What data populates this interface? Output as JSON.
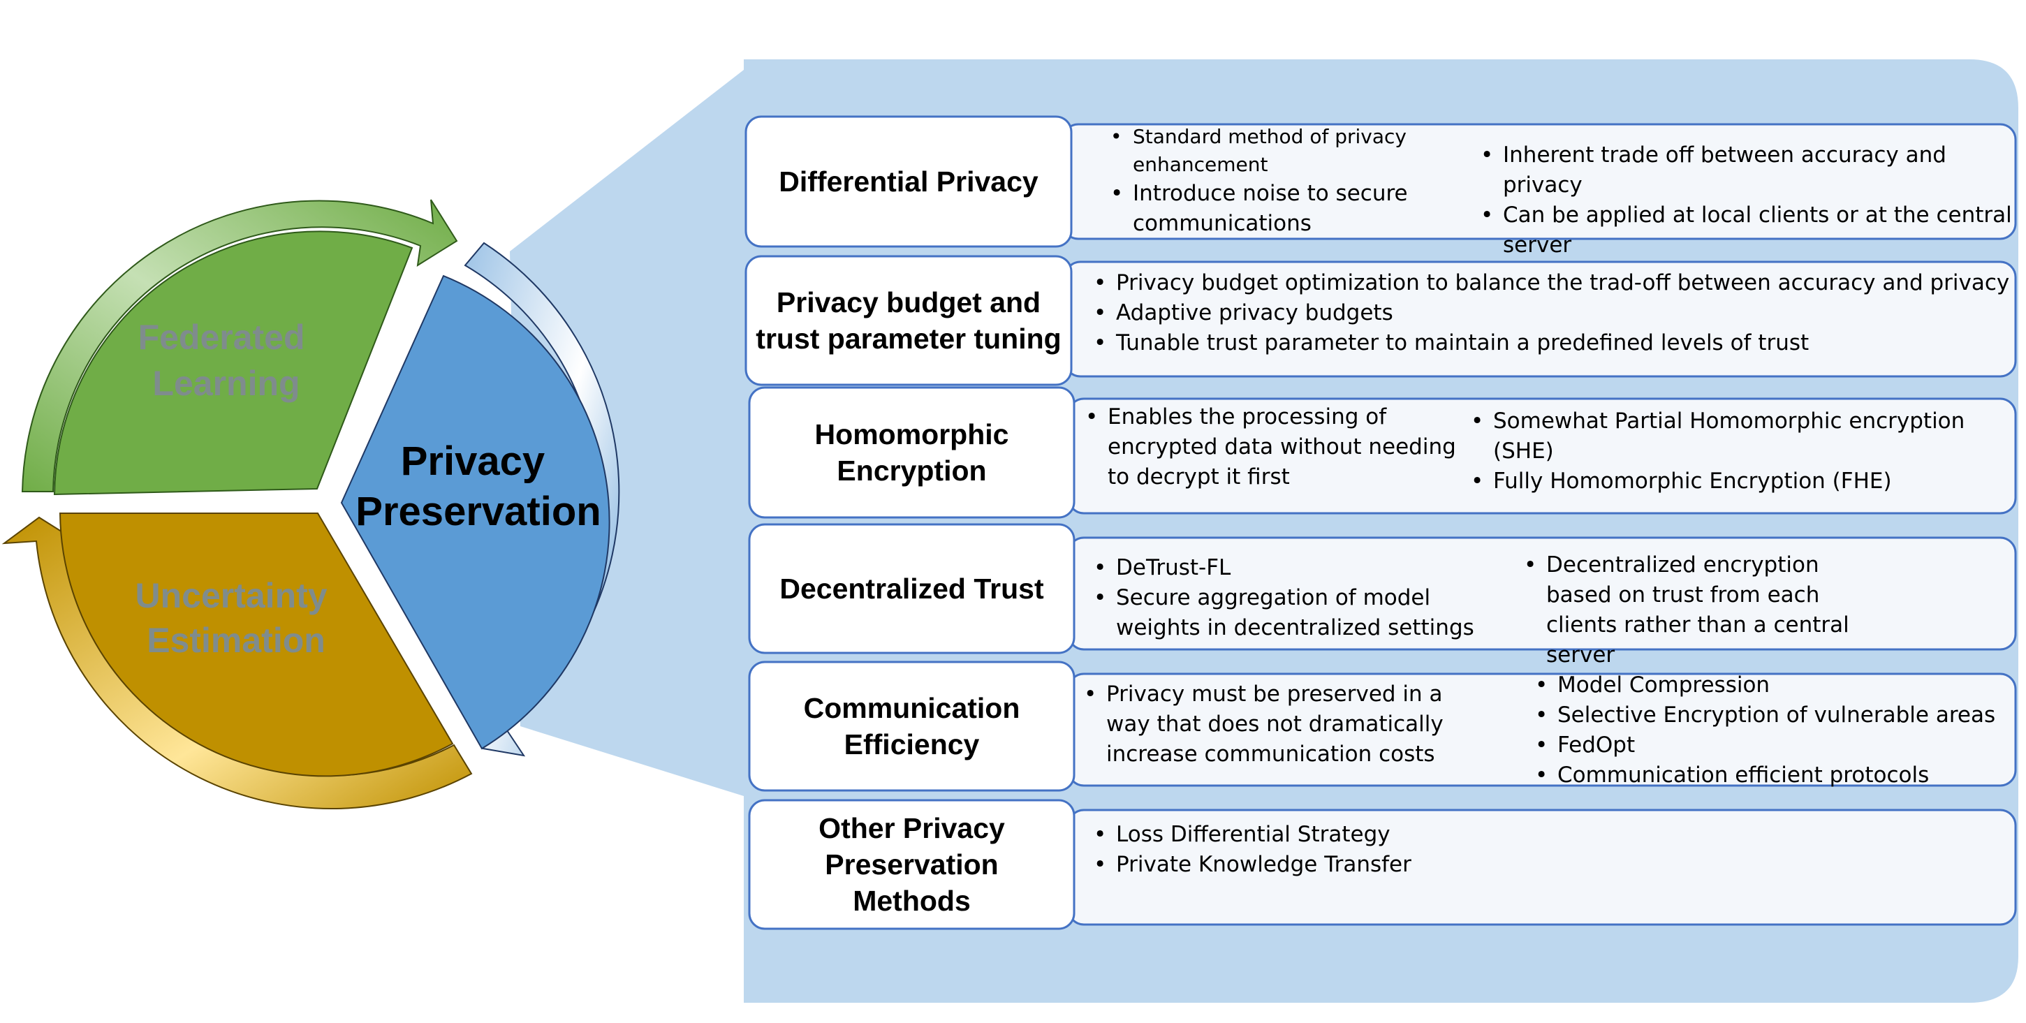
{
  "cycle": {
    "federated": [
      "Federated",
      "Learning"
    ],
    "uncertainty": [
      "Uncertainty",
      "Estimation"
    ],
    "privacy": [
      "Privacy",
      "Preservation"
    ]
  },
  "colors": {
    "green": "#70ad47",
    "gold": "#bf9000",
    "blue": "#5b9bd5",
    "panel": "#bdd7ee",
    "border": "#4472c4",
    "faded_label": "#7f8c8d"
  },
  "rows": [
    {
      "title": "Differential Privacy",
      "col1": [
        "Standard method of privacy enhancement",
        "Introduce noise to secure communications"
      ],
      "col2": [
        "Inherent trade off between accuracy and privacy",
        "Can be applied at local clients or at the central server"
      ]
    },
    {
      "title": "Privacy budget and trust parameter tuning",
      "col1": [
        "Privacy budget optimization to balance the trad-off between accuracy and privacy",
        "Adaptive privacy budgets",
        "Tunable trust parameter to maintain a predefined levels of trust"
      ],
      "col2": []
    },
    {
      "title": "Homomorphic Encryption",
      "col1": [
        "Enables the processing of encrypted data without needing to decrypt it first"
      ],
      "col2": [
        "Somewhat Partial Homomorphic encryption (SHE)",
        "Fully Homomorphic Encryption (FHE)"
      ]
    },
    {
      "title": "Decentralized Trust",
      "col1": [
        "DeTrust-FL",
        "Secure aggregation of model weights in decentralized settings"
      ],
      "col2": [
        "Decentralized encryption based on trust from each clients rather than a central server"
      ]
    },
    {
      "title": "Communication Efficiency",
      "col1": [
        "Privacy must be preserved in a way that does not dramatically increase communication costs"
      ],
      "col2": [
        "Model Compression",
        "Selective Encryption of vulnerable areas",
        "FedOpt",
        "Communication efficient protocols"
      ]
    },
    {
      "title": "Other Privacy Preservation Methods",
      "col1": [
        "Loss Differential Strategy",
        "Private Knowledge Transfer"
      ],
      "col2": []
    }
  ]
}
